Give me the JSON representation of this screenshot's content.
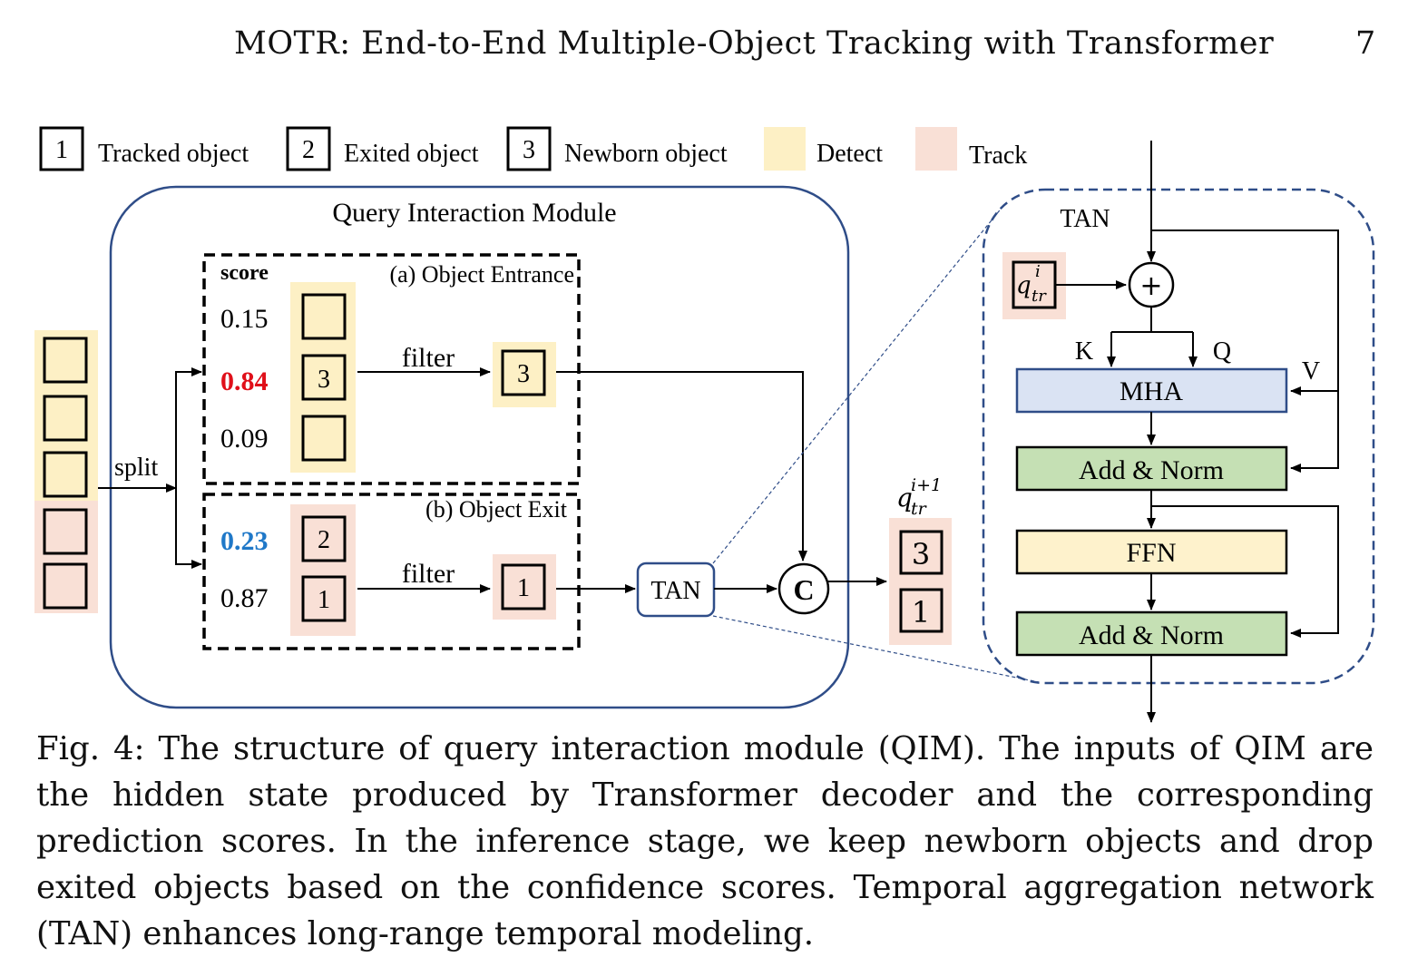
{
  "header": {
    "title": "MOTR: End-to-End Multiple-Object Tracking with Transformer",
    "page_number": "7"
  },
  "legend": {
    "tracked_num": "1",
    "tracked_label": "Tracked object",
    "exited_num": "2",
    "exited_label": "Exited object",
    "newborn_num": "3",
    "newborn_label": "Newborn object",
    "detect_label": "Detect",
    "track_label": "Track"
  },
  "qim": {
    "title": "Query Interaction Module",
    "split_label": "split",
    "entrance": {
      "title": "(a) Object Entrance",
      "score_header": "score",
      "scores": [
        "0.15",
        "0.84",
        "0.09"
      ],
      "box_numbers": [
        "3"
      ],
      "filter_label": "filter",
      "kept": "3"
    },
    "exit": {
      "title": "(b) Object Exit",
      "scores": [
        "0.23",
        "0.87"
      ],
      "box_numbers": [
        "2",
        "1"
      ],
      "filter_label": "filter",
      "kept": "1"
    },
    "tan_label": "TAN",
    "concat_label": "C"
  },
  "output": {
    "label_main": "q",
    "label_sub": "tr",
    "label_sup": "i+1",
    "boxes": [
      "3",
      "1"
    ]
  },
  "tan_detail": {
    "title": "TAN",
    "input_main": "q",
    "input_sub": "tr",
    "input_sup": "i",
    "plus": "+",
    "k": "K",
    "q": "Q",
    "v": "V",
    "mha": "MHA",
    "add_norm_1": "Add & Norm",
    "ffn": "FFN",
    "add_norm_2": "Add & Norm"
  },
  "colors": {
    "detect": "#fdf0c5",
    "track": "#f9e0d6",
    "mha": "#dae3f3",
    "add_norm": "#c5e0b4",
    "ffn": "#fef2cc",
    "score_red": "#e0101a",
    "score_blue": "#1f78c8",
    "module_border": "#2f4d88"
  },
  "caption": "Fig. 4: The structure of query interaction module (QIM). The inputs of QIM are the hidden state produced by Transformer decoder and the corresponding prediction scores. In the inference stage, we keep newborn objects and drop exited objects based on the confidence scores. Temporal aggregation network (TAN) enhances long-range temporal modeling."
}
